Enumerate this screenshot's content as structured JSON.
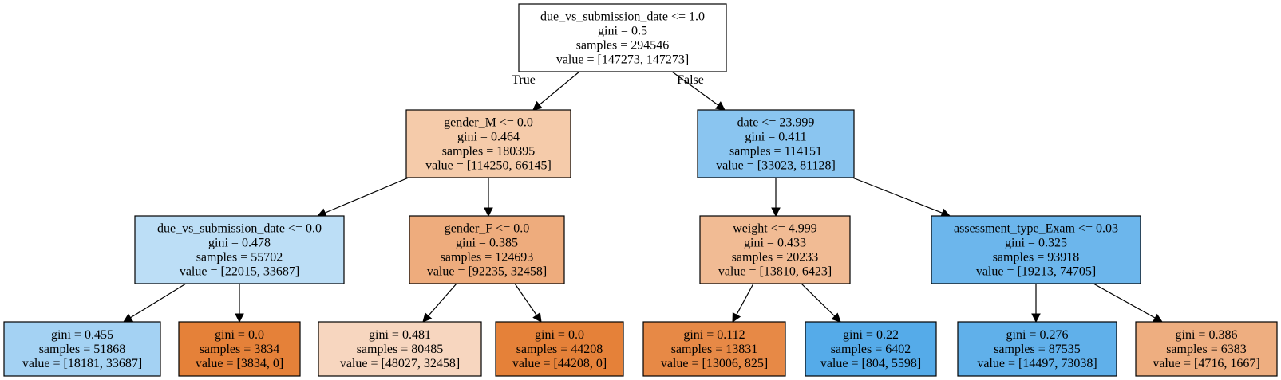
{
  "tree": {
    "nodes": [
      {
        "id": "n0",
        "lines": [
          "due_vs_submission_date <= 1.0",
          "gini = 0.5",
          "samples = 294546",
          "value = [147273, 147273]"
        ],
        "fill": "#ffffff"
      },
      {
        "id": "n1",
        "lines": [
          "gender_M <= 0.0",
          "gini = 0.464",
          "samples = 180395",
          "value = [114250, 66145]"
        ],
        "fill": "#f5cbaa"
      },
      {
        "id": "n2",
        "lines": [
          "date <= 23.999",
          "gini = 0.411",
          "samples = 114151",
          "value = [33023, 81128]"
        ],
        "fill": "#8ac5f0"
      },
      {
        "id": "n3",
        "lines": [
          "due_vs_submission_date <= 0.0",
          "gini = 0.478",
          "samples = 55702",
          "value = [22015, 33687]"
        ],
        "fill": "#bcdef6"
      },
      {
        "id": "n4",
        "lines": [
          "gender_F <= 0.0",
          "gini = 0.385",
          "samples = 124693",
          "value = [92235, 32458]"
        ],
        "fill": "#eeac7d"
      },
      {
        "id": "n5",
        "lines": [
          "weight <= 4.999",
          "gini = 0.433",
          "samples = 20233",
          "value = [13810, 6423]"
        ],
        "fill": "#f1bb94"
      },
      {
        "id": "n6",
        "lines": [
          "assessment_type_Exam <= 0.03",
          "gini = 0.325",
          "samples = 93918",
          "value = [19213, 74705]"
        ],
        "fill": "#6cb6ec"
      },
      {
        "id": "n7",
        "lines": [
          "gini = 0.455",
          "samples = 51868",
          "value = [18181, 33687]"
        ],
        "fill": "#a4d2f3"
      },
      {
        "id": "n8",
        "lines": [
          "gini = 0.0",
          "samples = 3834",
          "value = [3834, 0]"
        ],
        "fill": "#e58139"
      },
      {
        "id": "n9",
        "lines": [
          "gini = 0.481",
          "samples = 80485",
          "value = [48027, 32458]"
        ],
        "fill": "#f7d6bf"
      },
      {
        "id": "n10",
        "lines": [
          "gini = 0.0",
          "samples = 44208",
          "value = [44208, 0]"
        ],
        "fill": "#e58139"
      },
      {
        "id": "n11",
        "lines": [
          "gini = 0.112",
          "samples = 13831",
          "value = [13006, 825]"
        ],
        "fill": "#e78946"
      },
      {
        "id": "n12",
        "lines": [
          "gini = 0.22",
          "samples = 6402",
          "value = [804, 5598]"
        ],
        "fill": "#55abe9"
      },
      {
        "id": "n13",
        "lines": [
          "gini = 0.276",
          "samples = 87535",
          "value = [14497, 73038]"
        ],
        "fill": "#60b0ea"
      },
      {
        "id": "n14",
        "lines": [
          "gini = 0.386",
          "samples = 6383",
          "value = [4716, 1667]"
        ],
        "fill": "#eeae80"
      }
    ],
    "edges": [
      {
        "from": "n0",
        "to": "n1",
        "label": "True"
      },
      {
        "from": "n0",
        "to": "n2",
        "label": "False"
      },
      {
        "from": "n1",
        "to": "n3",
        "label": ""
      },
      {
        "from": "n1",
        "to": "n4",
        "label": ""
      },
      {
        "from": "n2",
        "to": "n5",
        "label": ""
      },
      {
        "from": "n2",
        "to": "n6",
        "label": ""
      },
      {
        "from": "n3",
        "to": "n7",
        "label": ""
      },
      {
        "from": "n3",
        "to": "n8",
        "label": ""
      },
      {
        "from": "n4",
        "to": "n9",
        "label": ""
      },
      {
        "from": "n4",
        "to": "n10",
        "label": ""
      },
      {
        "from": "n5",
        "to": "n11",
        "label": ""
      },
      {
        "from": "n5",
        "to": "n12",
        "label": ""
      },
      {
        "from": "n6",
        "to": "n13",
        "label": ""
      },
      {
        "from": "n6",
        "to": "n14",
        "label": ""
      }
    ]
  }
}
